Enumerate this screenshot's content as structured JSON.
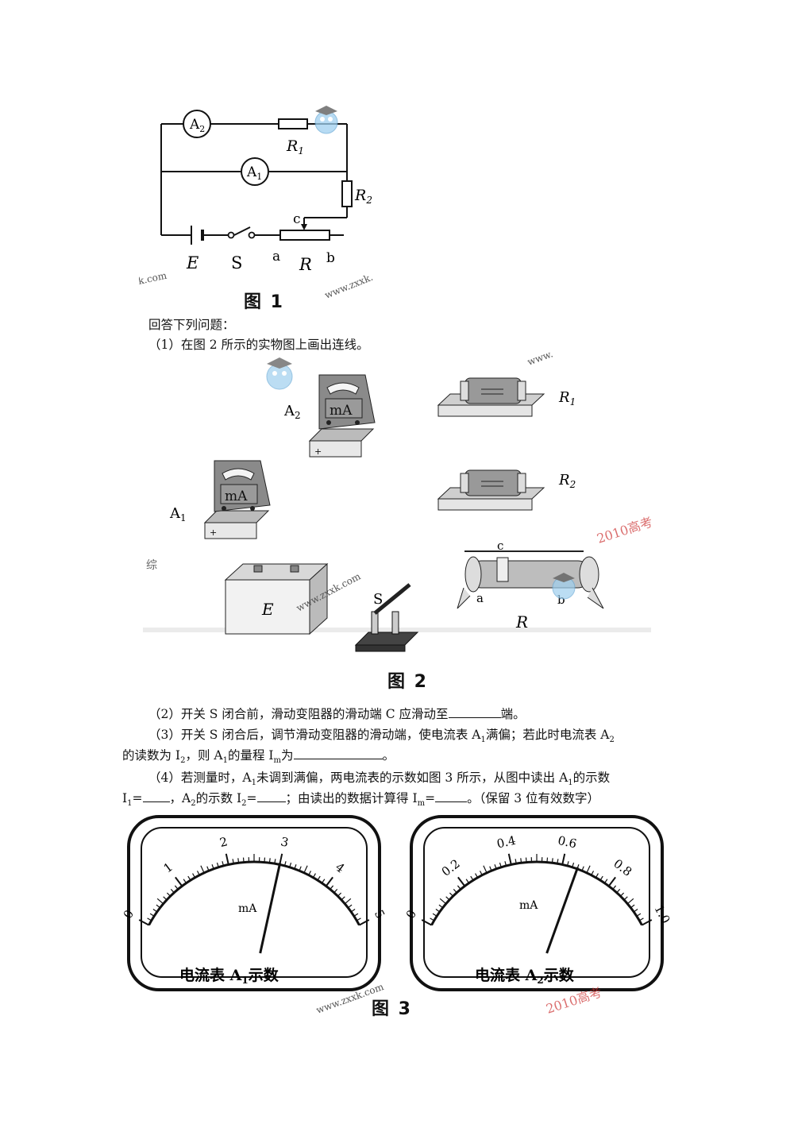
{
  "figure1": {
    "caption": "图 1",
    "labels": {
      "A2": "A",
      "A2_sub": "2",
      "A1": "A",
      "A1_sub": "1",
      "R1": "R",
      "R1_sub": "1",
      "R2": "R",
      "R2_sub": "2",
      "c": "c",
      "E": "E",
      "S": "S",
      "a": "a",
      "R": "R",
      "b": "b"
    },
    "watermarks": [
      "k.com",
      "www.zxxk."
    ]
  },
  "intro": "回答下列问题：",
  "q1": "（1）在图 2 所示的实物图上画出连线。",
  "figure2": {
    "caption": "图 2",
    "labels": {
      "A2": "A",
      "A2_sub": "2",
      "A1": "A",
      "A1_sub": "1",
      "mA": "mA",
      "R1": "R",
      "R1_sub": "1",
      "R2": "R",
      "R2_sub": "2",
      "E": "E",
      "S": "S",
      "c": "c",
      "a": "a",
      "b": "b",
      "R": "R"
    },
    "watermarks": [
      "www.zxxk.com",
      "www.",
      "综",
      "2010高考"
    ]
  },
  "q2": {
    "pre": "（2）开关 S 闭合前，滑动变阻器的滑动端 C 应滑动至",
    "post": "端。"
  },
  "q3": {
    "line1_pre": "（3）开关 S 闭合后，调节滑动变阻器的滑动端，使电流表 A",
    "line1_sub": "1",
    "line1_mid": "满偏；若此时电流表 A",
    "line1_sub2": "2",
    "line2_pre": "的读数为 I",
    "line2_sub": "2",
    "line2_mid": "，则 A",
    "line2_sub2": "1",
    "line2_mid2": "的量程 I",
    "line2_sub3": "m",
    "line2_mid3": "为",
    "line2_post": "。"
  },
  "q4": {
    "line1_pre": "（4）若测量时，A",
    "line1_sub": "1",
    "line1_post": "未调到满偏，两电流表的示数如图 3 所示，从图中读出 A",
    "line1_sub2": "1",
    "line1_end": "的示数",
    "line2_a": "I",
    "line2_a_sub": "1",
    "line2_b": "=",
    "line2_c": "，A",
    "line2_c_sub": "2",
    "line2_d": "的示数 I",
    "line2_d_sub": "2",
    "line2_e": "=",
    "line2_f": "；由读出的数据计算得 I",
    "line2_f_sub": "m",
    "line2_g": "=",
    "line2_h": "。（保留 3 位有效数字）"
  },
  "figure3": {
    "caption": "图 3",
    "meter1": {
      "unit": "mA",
      "ticks": [
        "0",
        "1",
        "2",
        "3",
        "4",
        "5"
      ],
      "reading": 3.0,
      "label": "电流表 A",
      "label_sub": "1",
      "label_end": "示数"
    },
    "meter2": {
      "unit": "mA",
      "ticks": [
        "0",
        "0.2",
        "0.4",
        "0.6",
        "0.8",
        "1.0"
      ],
      "reading": 0.66,
      "label": "电流表 A",
      "label_sub": "2",
      "label_end": "示数"
    },
    "watermarks": [
      "www.zxxk.com",
      "2010高考"
    ]
  }
}
